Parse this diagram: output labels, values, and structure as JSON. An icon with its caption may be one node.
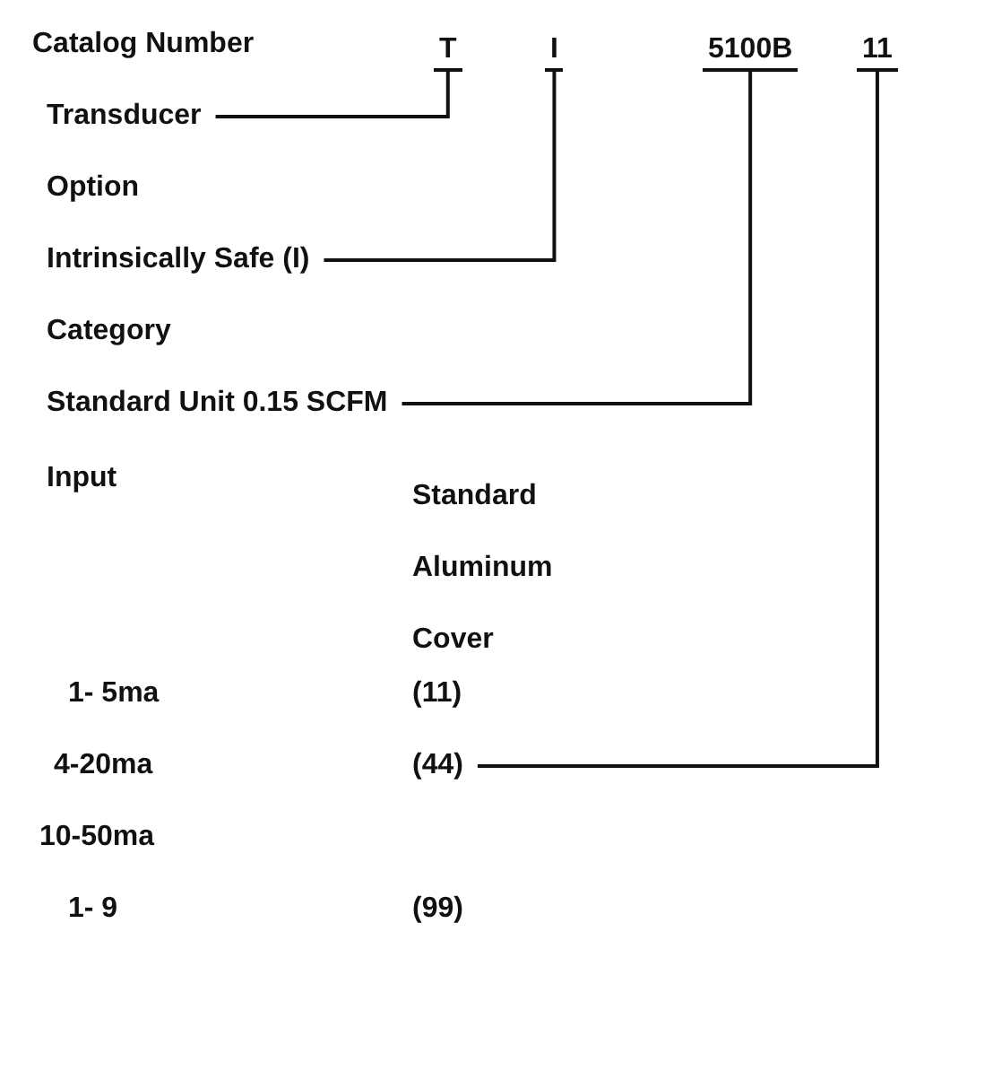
{
  "diagram": {
    "nodes": [
      {
        "text": [
          "T"
        ]
      },
      {
        "text": [
          "I"
        ]
      },
      {
        "text": [
          "5100B"
        ]
      },
      {
        "text": [
          "11"
        ]
      },
      {
        "text": [
          "Transducer"
        ]
      },
      {
        "text": [
          "Intrinsically Safe (I)"
        ]
      },
      {
        "text": [
          "Standard Unit 0.15 SCFM"
        ]
      },
      {
        "text": [
          "(44)"
        ]
      }
    ],
    "edges": [
      {
        "from": 4,
        "to": 0,
        "arrow": "none"
      },
      {
        "from": 5,
        "to": 1,
        "arrow": "none"
      },
      {
        "from": 6,
        "to": 2,
        "arrow": "none"
      },
      {
        "from": 7,
        "to": 3,
        "arrow": "none"
      }
    ],
    "labels": [
      "Catalog Number",
      "Option",
      "Category",
      "Input",
      "Standard Aluminum Cover",
      "1- 5ma",
      "(11)",
      "4-20ma",
      "10-50ma",
      "1- 9",
      "(99)"
    ]
  }
}
